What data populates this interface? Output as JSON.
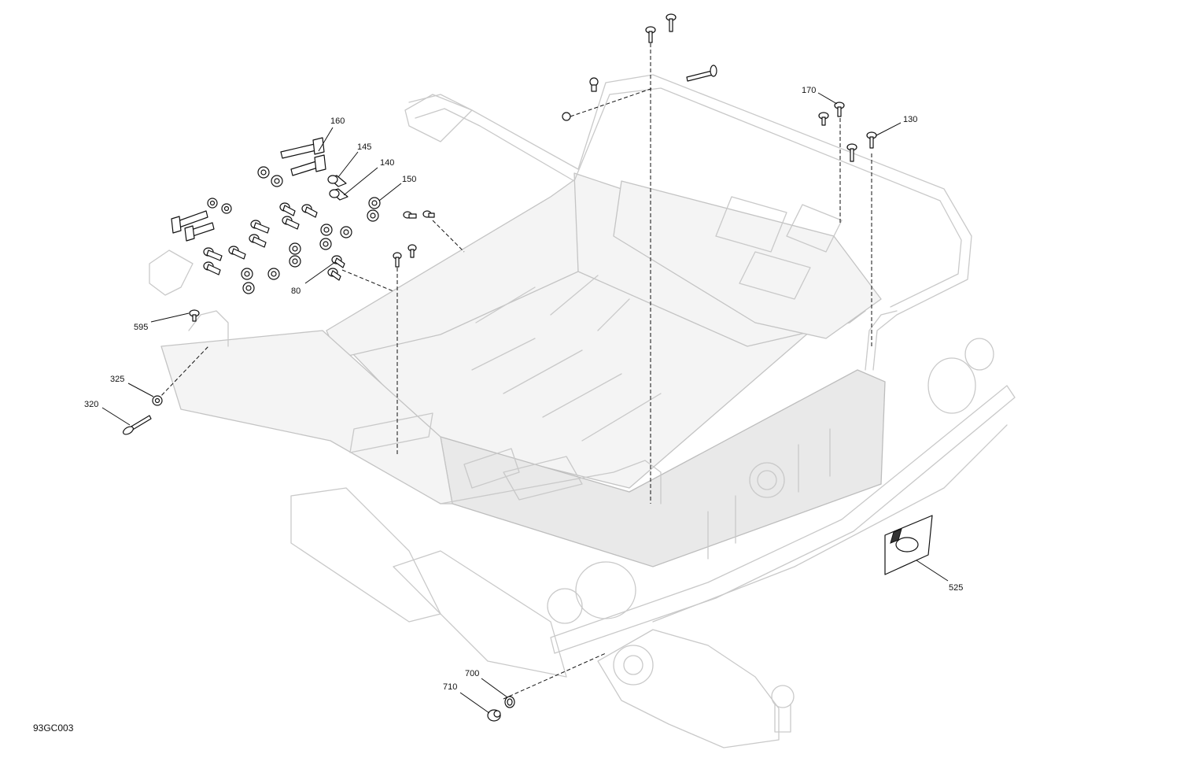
{
  "figure_id": "93GC003",
  "callouts": [
    {
      "id": "160",
      "label": "160"
    },
    {
      "id": "145",
      "label": "145"
    },
    {
      "id": "140",
      "label": "140"
    },
    {
      "id": "150",
      "label": "150"
    },
    {
      "id": "80",
      "label": "80"
    },
    {
      "id": "595",
      "label": "595"
    },
    {
      "id": "325",
      "label": "325"
    },
    {
      "id": "320",
      "label": "320"
    },
    {
      "id": "170",
      "label": "170"
    },
    {
      "id": "130",
      "label": "130"
    },
    {
      "id": "525",
      "label": "525"
    },
    {
      "id": "700",
      "label": "700"
    },
    {
      "id": "710",
      "label": "710"
    }
  ]
}
